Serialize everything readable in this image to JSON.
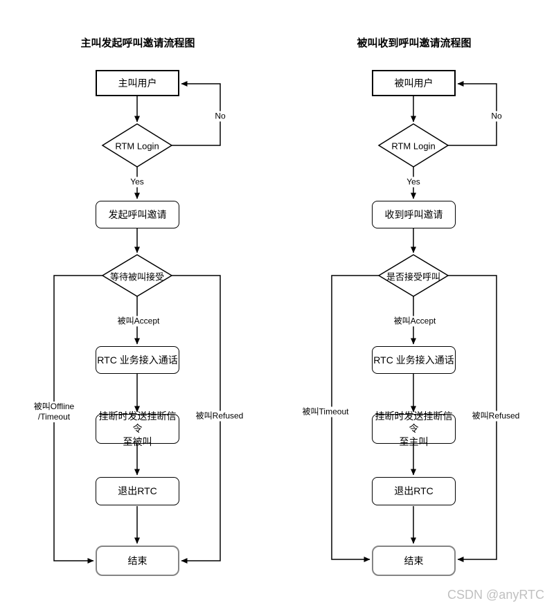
{
  "page": {
    "background": "#ffffff",
    "line_color": "#000000",
    "end_node_border_color": "#848484",
    "watermark_color": "#c0c0c0"
  },
  "watermark": {
    "text": "CSDN @anyRTC"
  },
  "charts": [
    {
      "title": "主叫发起呼叫邀请流程图",
      "nodes": {
        "start": "主叫用户",
        "login_decision": "RTM Login",
        "step1": "发起呼叫邀请",
        "wait_decision": "等待被叫接受",
        "rtc": "RTC 业务接入通话",
        "hangup_line1": "挂断时发送挂断信令",
        "hangup_line2": "至被叫",
        "exit_rtc": "退出RTC",
        "end": "结束"
      },
      "labels": {
        "no": "No",
        "yes": "Yes",
        "accept": "被叫Accept",
        "fail_left_line1": "被叫Offline",
        "fail_left_line2": "/Timeout",
        "fail_right": "被叫Refused"
      }
    },
    {
      "title": "被叫收到呼叫邀请流程图",
      "nodes": {
        "start": "被叫用户",
        "login_decision": "RTM Login",
        "step1": "收到呼叫邀请",
        "wait_decision": "是否接受呼叫",
        "rtc": "RTC 业务接入通话",
        "hangup_line1": "挂断时发送挂断信令",
        "hangup_line2": "至主叫",
        "exit_rtc": "退出RTC",
        "end": "结束"
      },
      "labels": {
        "no": "No",
        "yes": "Yes",
        "accept": "被叫Accept",
        "fail_left_line1": "被叫Timeout",
        "fail_left_line2": "",
        "fail_right": "被叫Refused"
      }
    }
  ]
}
